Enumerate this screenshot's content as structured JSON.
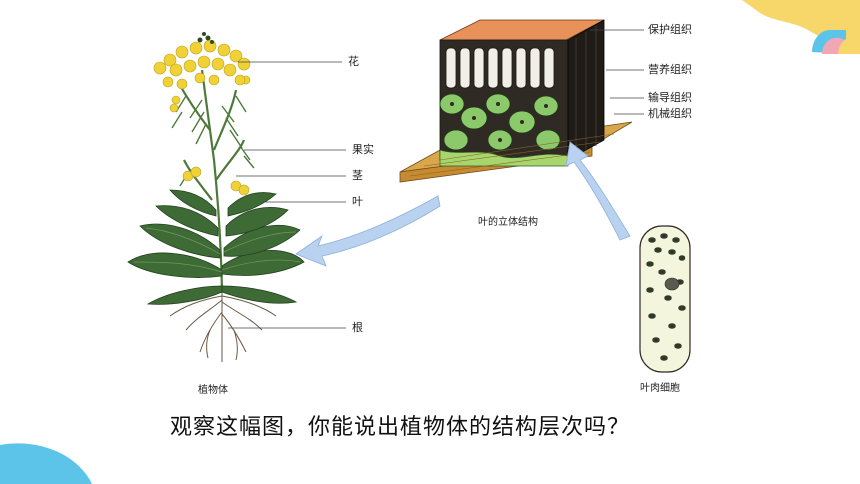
{
  "plant_labels": {
    "flower": "花",
    "fruit": "果实",
    "stem": "茎",
    "leaf": "叶",
    "root": "根"
  },
  "tissue_labels": {
    "protective": "保护组织",
    "nutritive": "营养组织",
    "conductive": "输导组织",
    "mechanical": "机械组织"
  },
  "captions": {
    "plant": "植物体",
    "leaf_structure": "叶的立体结构",
    "mesophyll_cell": "叶肉细胞"
  },
  "question": "观察这幅图，你能说出植物体的结构层次吗？",
  "colors": {
    "accent_yellow": "#f7d66a",
    "accent_blue": "#5cc4e8",
    "accent_pink": "#f2a7b6",
    "arrow_blue": "#9fbfe6",
    "flower_yellow": "#f0d236",
    "leaf_green": "#3e6b35",
    "cell_green": "#7fbf5f"
  }
}
